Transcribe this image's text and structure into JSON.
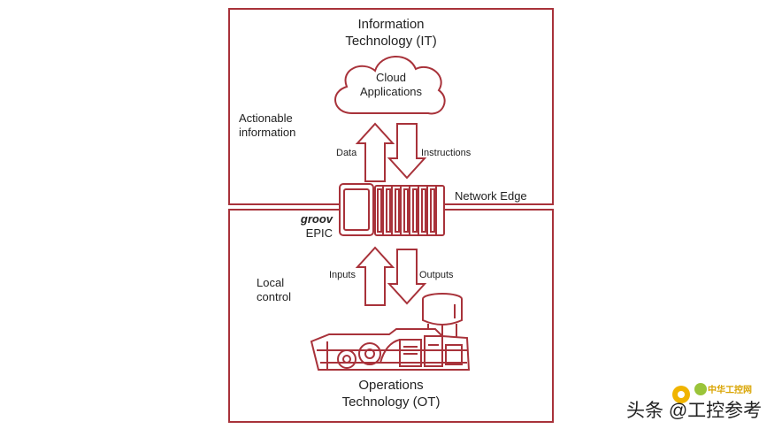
{
  "it_zone": {
    "title_line1": "Information",
    "title_line2": "Technology (IT)"
  },
  "cloud": {
    "line1": "Cloud",
    "line2": "Applications"
  },
  "actionable": {
    "line1": "Actionable",
    "line2": "information"
  },
  "arrows_top": {
    "up_label": "Data",
    "down_label": "Instructions"
  },
  "network_edge": "Network Edge",
  "device": {
    "brand": "groov",
    "model": "EPIC"
  },
  "arrows_bottom": {
    "up_label": "Inputs",
    "down_label": "Outputs"
  },
  "local_control": {
    "line1": "Local",
    "line2": "control"
  },
  "ot_zone": {
    "title_line1": "Operations",
    "title_line2": "Technology (OT)"
  },
  "watermark": {
    "text": "头条 @工控参考",
    "logo_text": "中华工控网"
  },
  "colors": {
    "accent": "#a8323a",
    "text": "#222222",
    "watermark_logo": "#d9a400"
  }
}
